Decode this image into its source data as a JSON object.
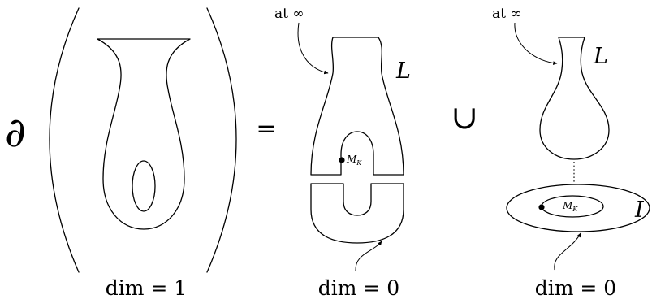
{
  "diagram": {
    "boundary_symbol": "∂",
    "equals_symbol": "=",
    "union_symbol": "∪",
    "left": {
      "dim_label": "dim = 1"
    },
    "middle": {
      "infinity_label": "at ∞",
      "L_label": "L",
      "marker_label": "M",
      "marker_subscript": "K",
      "dim_label": "dim = 0"
    },
    "right": {
      "infinity_label": "at ∞",
      "L_label": "L",
      "I_label": "I",
      "marker_label": "M",
      "marker_subscript": "K",
      "dim_label": "dim = 0"
    }
  }
}
